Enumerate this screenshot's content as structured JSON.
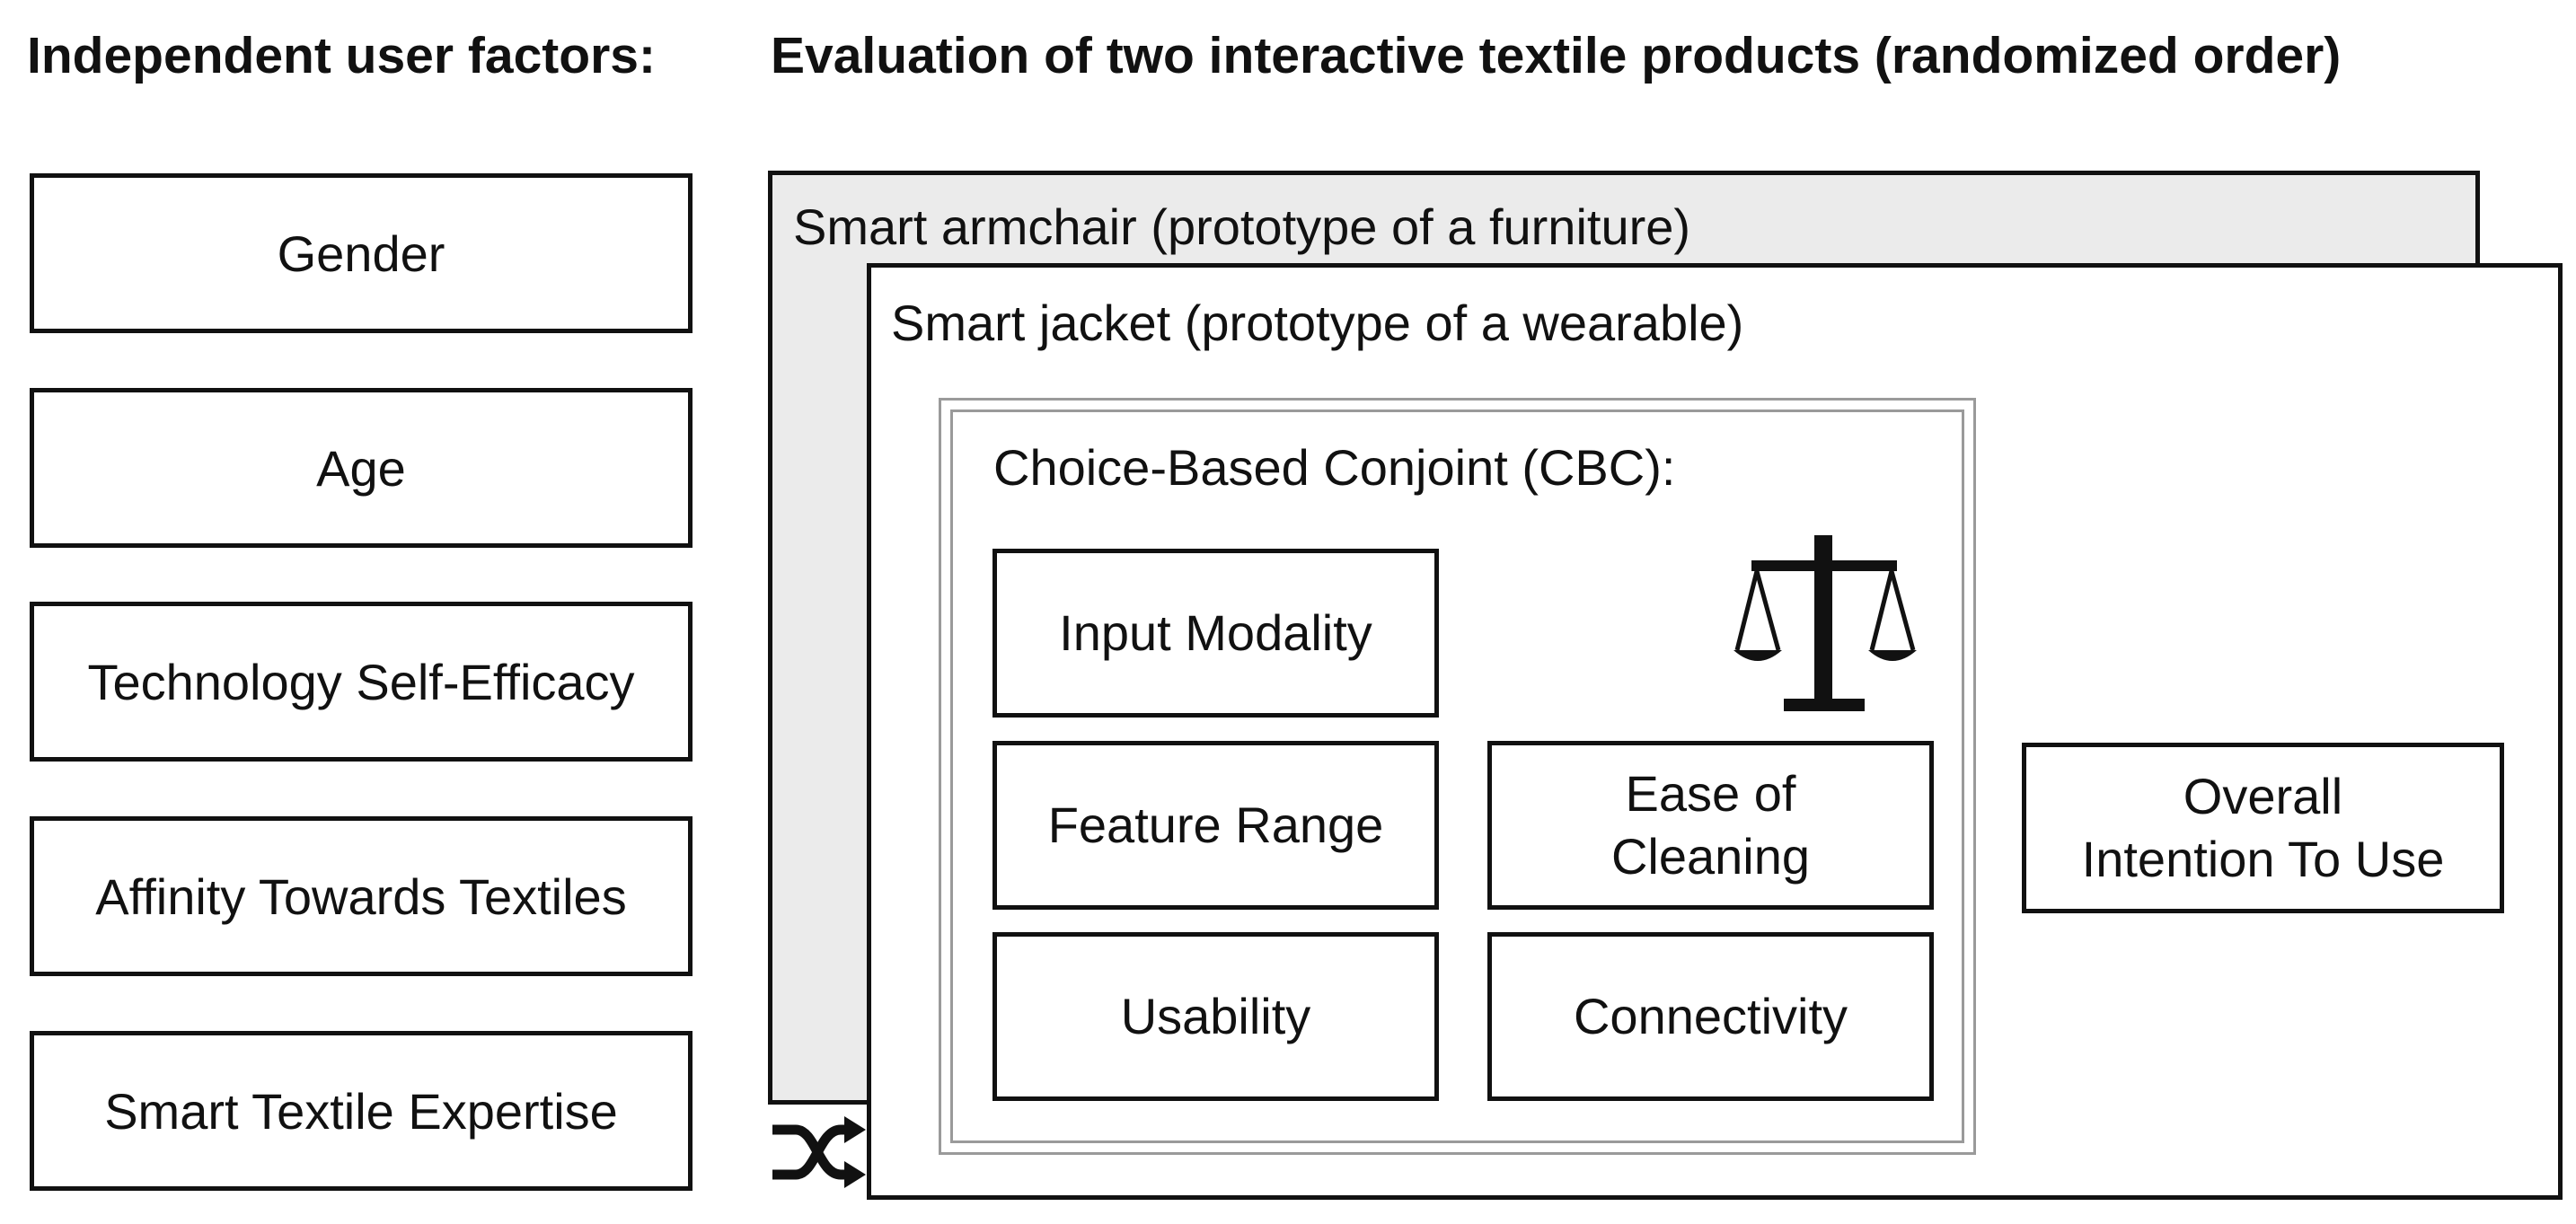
{
  "headings": {
    "left": "Independent user factors:",
    "right": "Evaluation of two interactive textile products (randomized order)"
  },
  "user_factors": [
    "Gender",
    "Age",
    "Technology Self-Efficacy",
    "Affinity Towards Textiles",
    "Smart Textile Expertise"
  ],
  "products": {
    "back_card": "Smart armchair (prototype of a furniture)",
    "front_card": "Smart jacket (prototype of a wearable)"
  },
  "cbc": {
    "title": "Choice-Based Conjoint (CBC):",
    "attributes": {
      "input_modality": "Input Modality",
      "feature_range": "Feature Range",
      "ease_of_cleaning": "Ease of\nCleaning",
      "usability": "Usability",
      "connectivity": "Connectivity"
    }
  },
  "outcome": "Overall\nIntention To Use",
  "icons": {
    "scales": "balance-scale-icon",
    "shuffle": "shuffle-icon"
  },
  "colors": {
    "back_card_fill": "#ebebeb",
    "front_card_fill": "#ffffff",
    "border": "#111111",
    "cbc_border": "#9a9a9a"
  }
}
